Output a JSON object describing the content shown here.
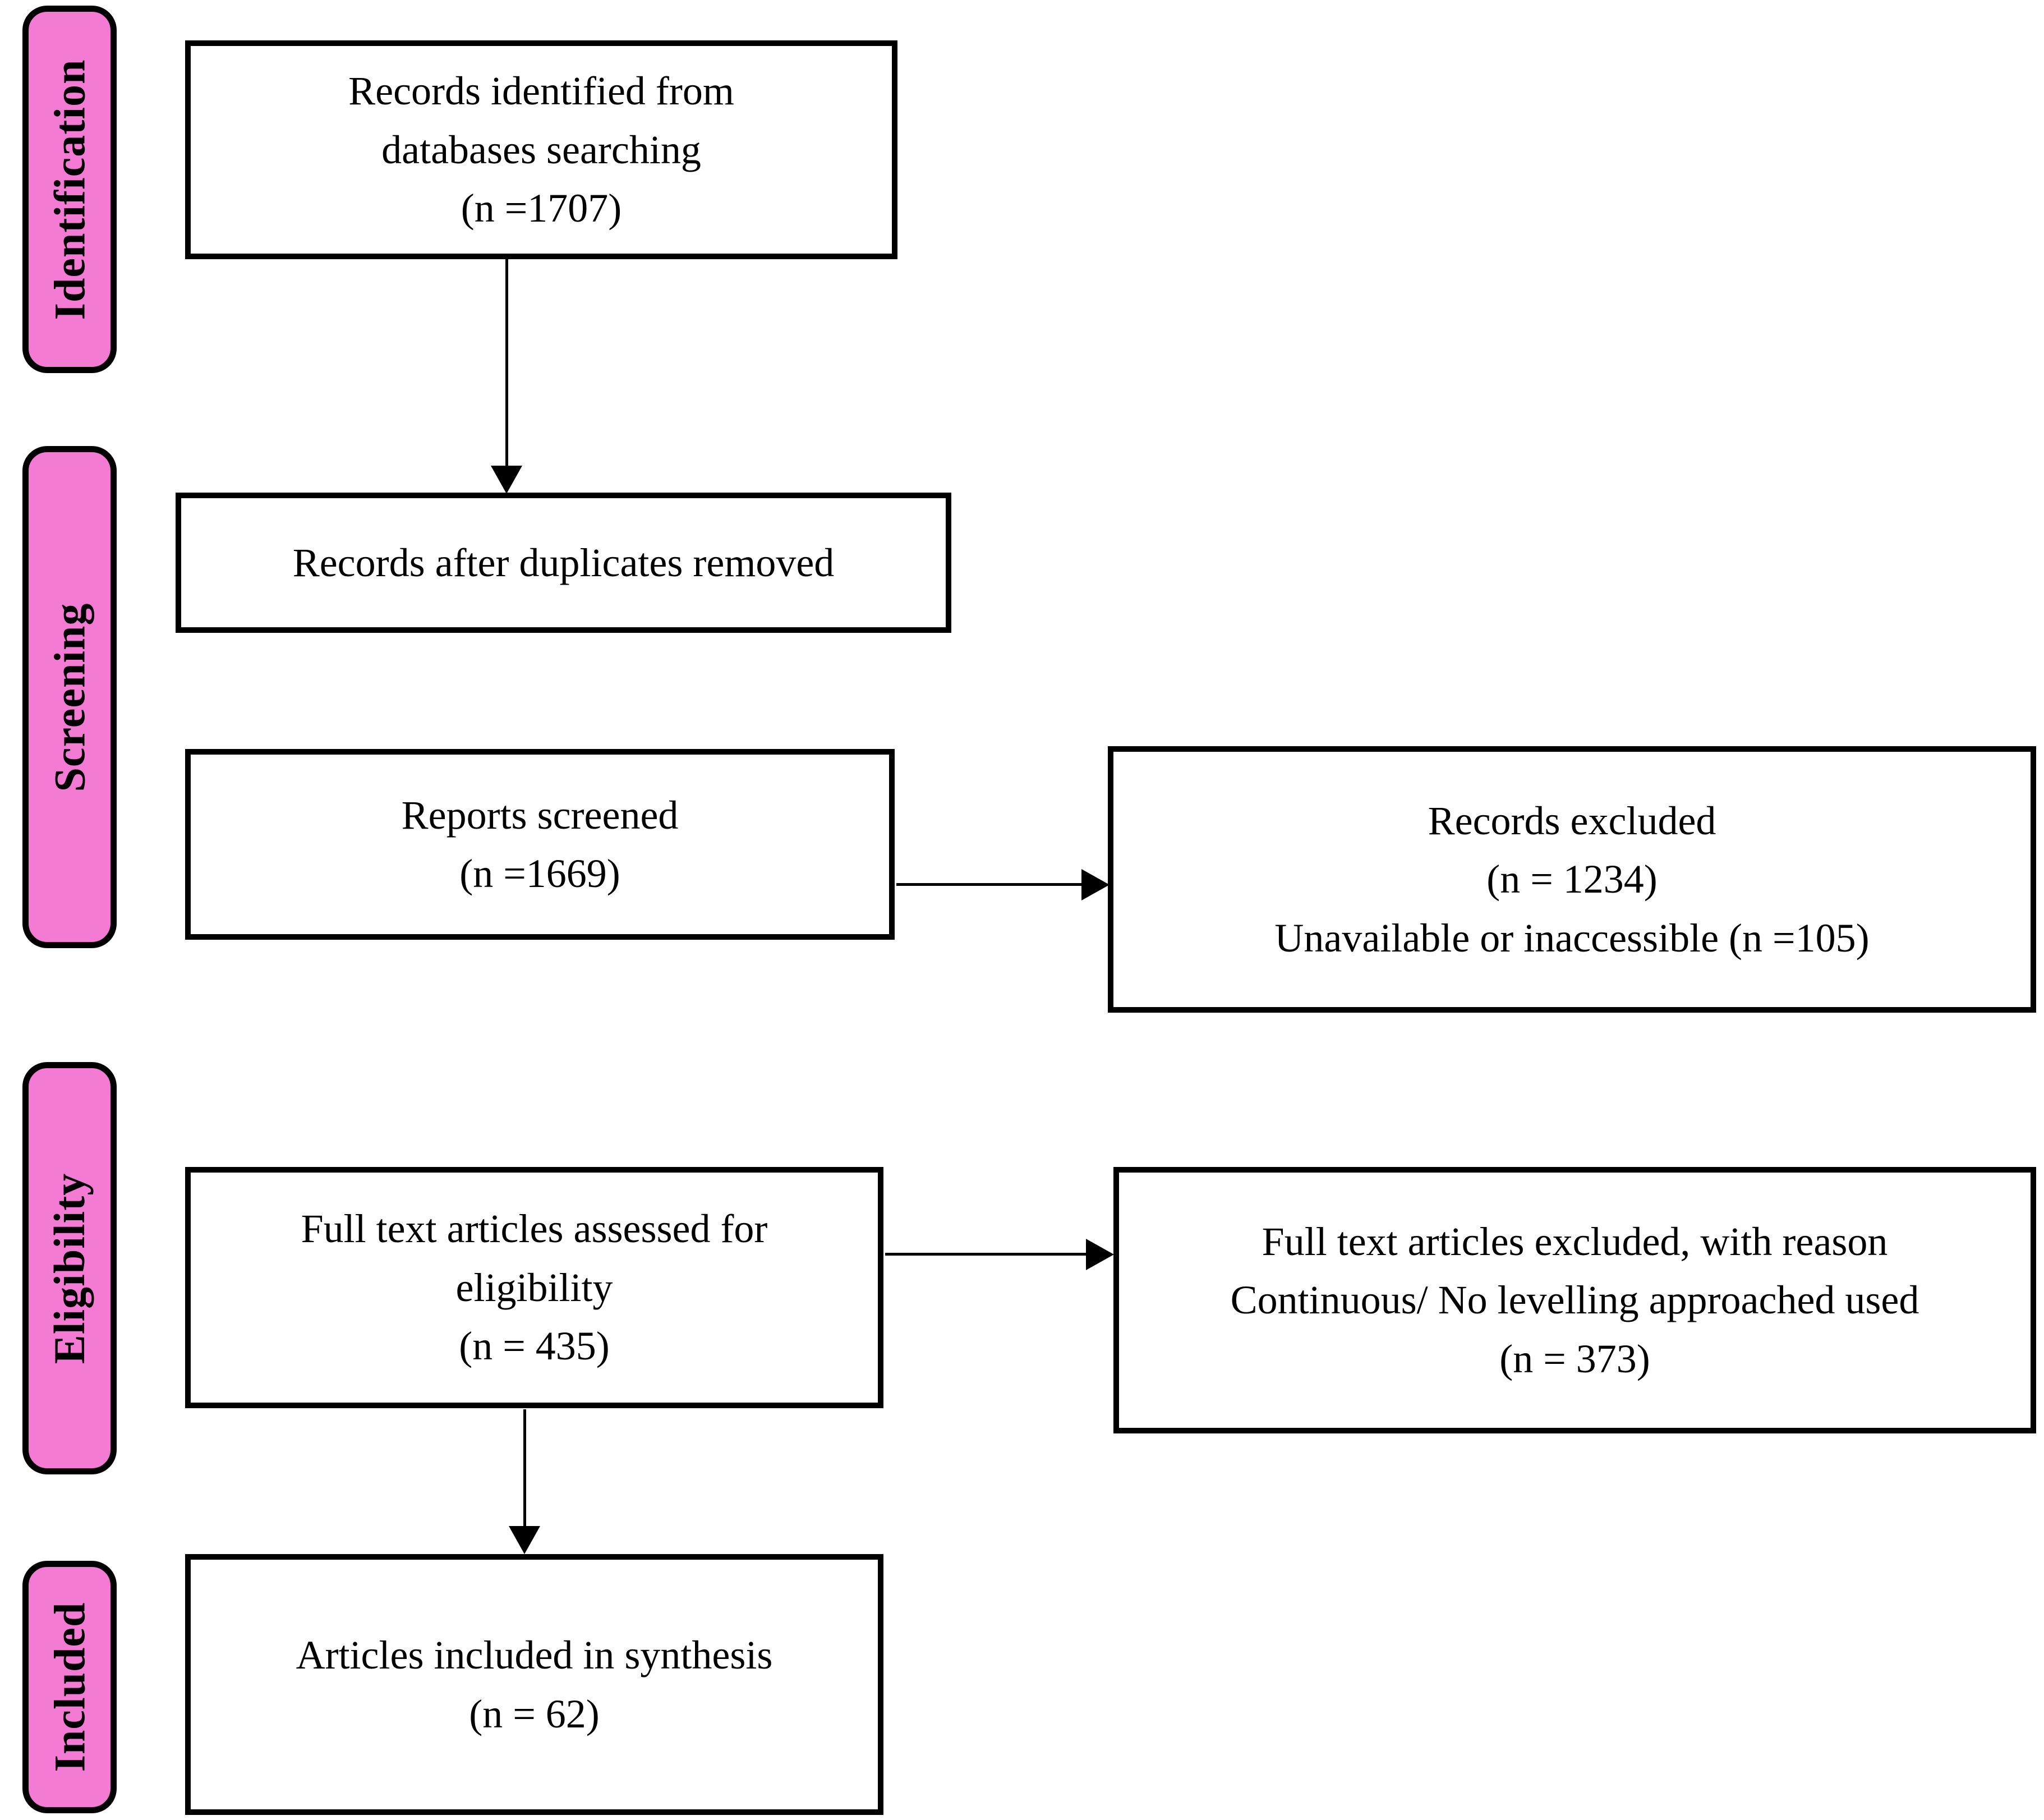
{
  "stages": [
    {
      "label": "Identification"
    },
    {
      "label": "Screening"
    },
    {
      "label": "Eligibility"
    },
    {
      "label": "Included"
    }
  ],
  "boxes": {
    "identified": {
      "lines": [
        "Records identified from",
        "databases searching",
        "(n =1707)"
      ]
    },
    "duplicates": {
      "lines": [
        "Records after duplicates removed"
      ]
    },
    "screened": {
      "lines": [
        "Reports screened",
        "(n =1669)"
      ]
    },
    "records_excluded": {
      "lines": [
        "Records excluded",
        "(n = 1234)",
        "Unavailable or inaccessible (n =105)"
      ]
    },
    "fulltext_assessed": {
      "lines": [
        "Full text articles assessed for",
        "eligibility",
        "(n = 435)"
      ]
    },
    "fulltext_excluded": {
      "lines": [
        "Full text articles excluded, with reason",
        "Continuous/ No levelling approached used",
        "(n = 373)"
      ]
    },
    "included_synthesis": {
      "lines": [
        "Articles included in synthesis",
        "(n = 62)"
      ]
    }
  },
  "colors": {
    "stage_fill": "#F47BD3",
    "box_border": "#000000",
    "background": "#FFFFFF"
  }
}
